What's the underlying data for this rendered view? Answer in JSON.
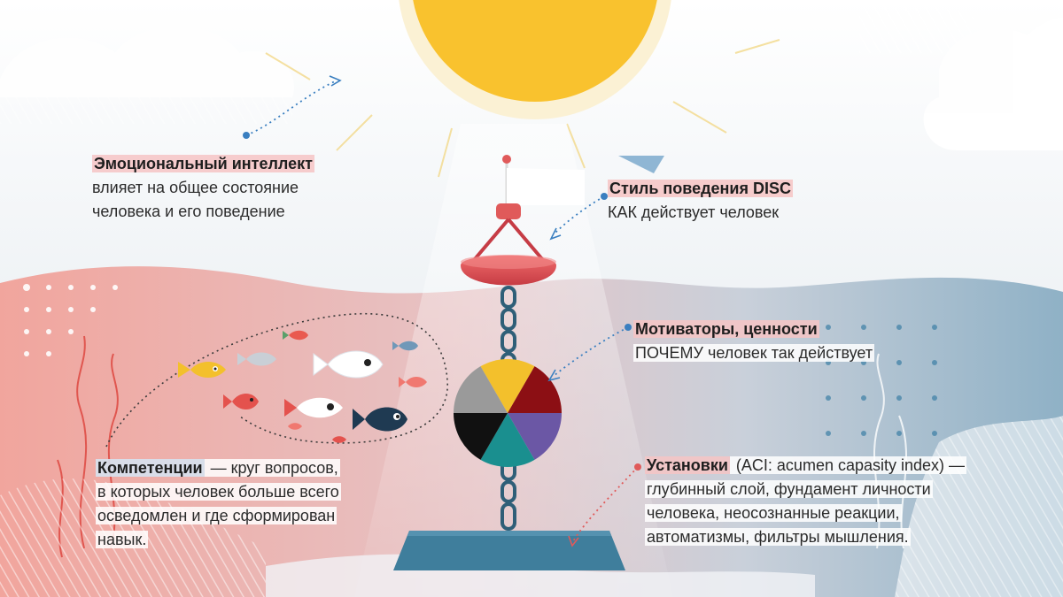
{
  "labels": {
    "eq": {
      "title": "Эмоциональный интеллект",
      "lines": [
        "влияет на общее состояние",
        "человека и его поведение"
      ]
    },
    "disc": {
      "title": "Стиль поведения DISC",
      "lines": [
        "КАК действует человек"
      ]
    },
    "motivators": {
      "title": "Мотиваторы, ценности",
      "lines": [
        "ПОЧЕМУ человек так действует"
      ]
    },
    "competencies": {
      "title": "Компетенции",
      "dash": " —  круг вопросов,",
      "lines": [
        "в которых человек больше всего",
        "осведомлен и где сформирован",
        "навык."
      ]
    },
    "attitudes": {
      "title": "Установки",
      "title_rest": " (ACI: acumen capasity index) —",
      "lines": [
        "глубинный слой, фундамент личности",
        "человека, неосознанные реакции,",
        "автоматизмы, фильтры мышления."
      ]
    }
  },
  "colors": {
    "sun": "#f9c22e",
    "buoy": "#e05a5a",
    "sea_pink": "#ef9a93",
    "sea_blue": "#8fb3c8",
    "base": "#3f7e9c",
    "dot_accent": "#3a7fc0",
    "wheel": [
      "#f3c02c",
      "#8c0f14",
      "#6b57a5",
      "#1a8f8f",
      "#111111",
      "#9a9a9a"
    ]
  }
}
